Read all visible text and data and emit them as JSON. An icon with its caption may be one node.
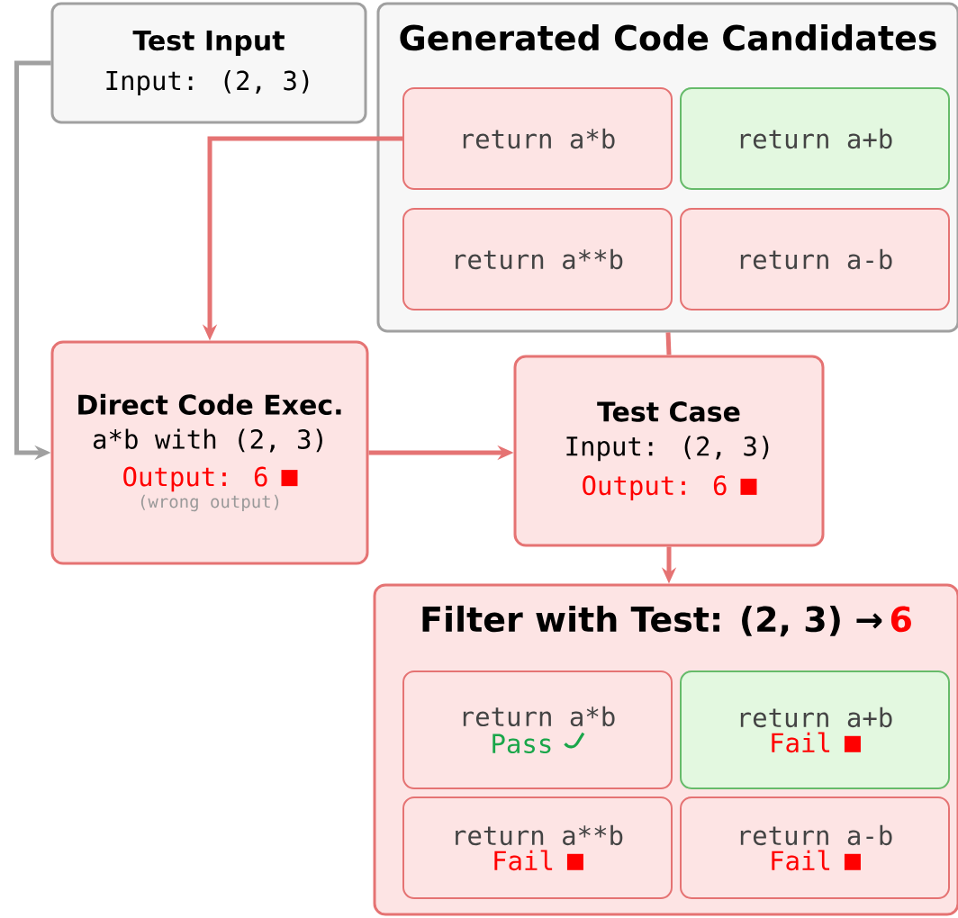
{
  "diagram": {
    "nodes": [
      {
        "text": [
          "Test Input",
          "Input: (2, 3)"
        ]
      },
      {
        "text": [
          "Generated Code Candidates"
        ]
      },
      {
        "text": [
          "return a*b"
        ],
        "in": 1
      },
      {
        "text": [
          "return a+b"
        ],
        "in": 1
      },
      {
        "text": [
          "return a**b"
        ],
        "in": 1
      },
      {
        "text": [
          "return a-b"
        ],
        "in": 1
      },
      {
        "text": [
          "Direct Code Exec.",
          "a*b with (2, 3)",
          "Output: 6",
          "(wrong output)"
        ]
      },
      {
        "text": [
          "Test Case",
          "Input: (2, 3)",
          "Output: 6"
        ]
      },
      {
        "text": [
          "Filter with Test: (2, 3) →",
          "6"
        ]
      },
      {
        "text": [
          "return a*b",
          "Pass"
        ],
        "in": 8
      },
      {
        "text": [
          "return a+b",
          "Fail"
        ],
        "in": 8
      },
      {
        "text": [
          "return a**b",
          "Fail"
        ],
        "in": 8
      },
      {
        "text": [
          "return a-b",
          "Fail"
        ],
        "in": 8
      }
    ],
    "edges": [
      {
        "from": 0,
        "to": 6,
        "arrow": "to",
        "color": "#a0a0a0"
      },
      {
        "from": 2,
        "to": 6,
        "arrow": "to"
      },
      {
        "from": 1,
        "to": 7,
        "arrow": "none"
      },
      {
        "from": 6,
        "to": 7,
        "arrow": "to"
      },
      {
        "from": 7,
        "to": 8,
        "arrow": "to"
      }
    ]
  }
}
